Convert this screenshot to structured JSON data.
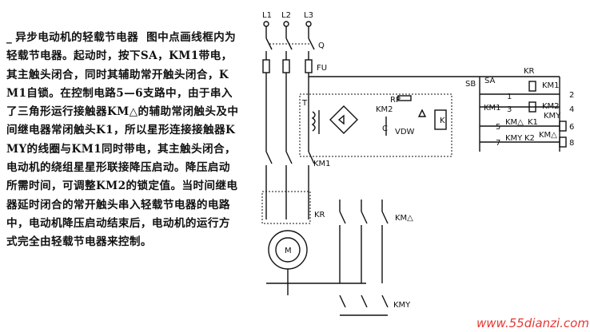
{
  "article": {
    "lead_mark": "_",
    "title": "异步电动机的轻载节电器",
    "body": "图中点画线框内为轻载节电器。起动时，按下SA，KM1带电，其主触头闭合，同时其辅助常开触头闭合，KM1自锁。在控制电路5—6支路中，由于串入了三角形运行接触器KM△的辅助常闭触头及中间继电器常闭触头K1，所以星形连接接触器KMY的线圈与KM1同时带电，其主触头闭合，电动机的绕组星星形联接降压启动。降压启动所需时间，可调整KM2的锁定值。当时间继电器延时闭合的常开触头串入轻载节电器的电路中，电动机降压启动结束后，电动机的运行方式完全由轻载节电器来控制。"
  },
  "schematic": {
    "phase_labels": [
      "L1",
      "L2",
      "L3"
    ],
    "breaker": "Q",
    "fuse": "FU",
    "transformer": "T",
    "relay_km2": "KM2",
    "pot": "RP",
    "cap": "C",
    "vdw": "VDW",
    "relay_k": "K",
    "main_contactor": "KM1",
    "overload": "KR",
    "motor": "M",
    "delta_contactor": "KM△",
    "star_contactor": "KMY",
    "stop_button": "SB",
    "start_button": "SA",
    "ctrl_km1_label": "KM1",
    "ctrl_km2_label": "KM2",
    "ctrl_kmy_label": "KMY",
    "ctrl_kmdelta_label": "KM△",
    "ctrl_k1_label": "K1",
    "ctrl_k2_label": "K2",
    "ctrl_kr_label": "KR",
    "nodes": [
      "1",
      "2",
      "3",
      "4",
      "5",
      "6",
      "7",
      "8"
    ]
  },
  "watermark": "www.55dianzi.com",
  "colors": {
    "ink": "#111111",
    "watermark": "#e53935"
  }
}
